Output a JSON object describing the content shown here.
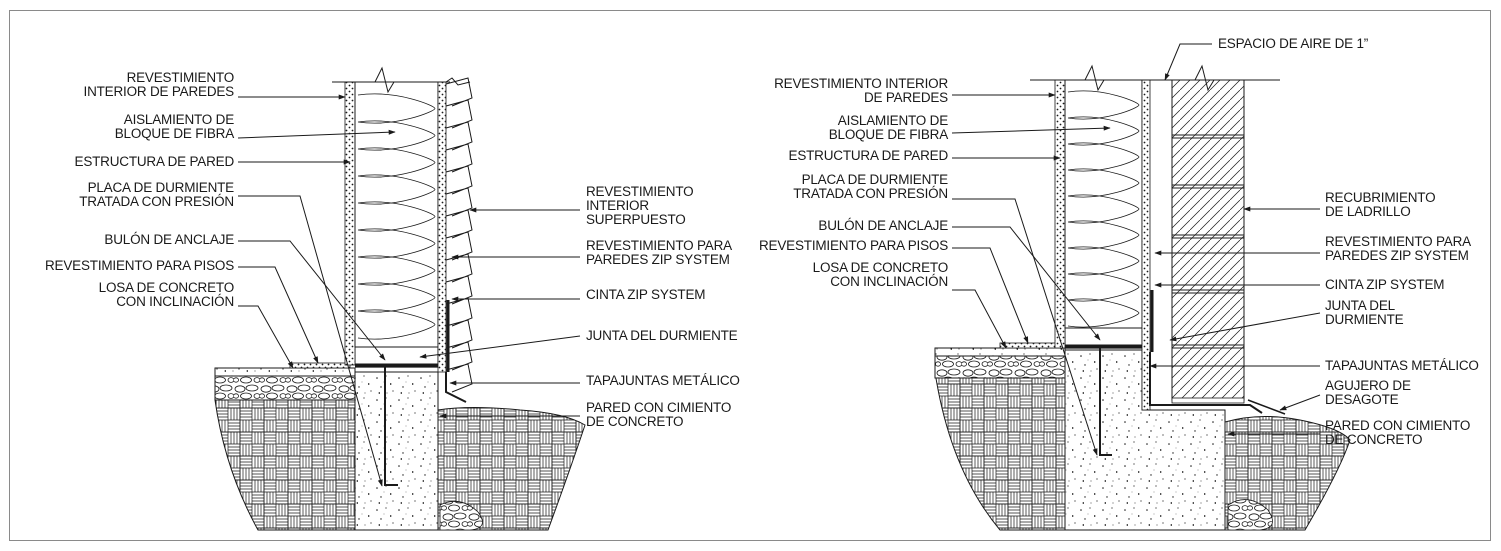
{
  "colors": {
    "ink": "#1a1a1a",
    "paper": "#ffffff",
    "border": "#8a8a8a"
  },
  "left_detail": {
    "labels_left": [
      [
        "REVESTIMIENTO",
        "INTERIOR DE PAREDES"
      ],
      [
        "AISLAMIENTO DE",
        "BLOQUE DE FIBRA"
      ],
      [
        "ESTRUCTURA DE PARED"
      ],
      [
        "PLACA DE DURMIENTE",
        "TRATADA CON PRESIÓN"
      ],
      [
        "BULÓN DE ANCLAJE"
      ],
      [
        "REVESTIMIENTO PARA PISOS"
      ],
      [
        "LOSA DE CONCRETO",
        "CON INCLINACIÓN"
      ]
    ],
    "labels_right": [
      [
        "REVESTIMIENTO",
        "INTERIOR",
        "SUPERPUESTO"
      ],
      [
        "REVESTIMIENTO PARA",
        "PAREDES ZIP SYSTEM"
      ],
      [
        "CINTA ZIP SYSTEM"
      ],
      [
        "JUNTA DEL DURMIENTE"
      ],
      [
        "TAPAJUNTAS METÁLICO"
      ],
      [
        "PARED CON CIMIENTO",
        "DE CONCRETO"
      ]
    ]
  },
  "right_detail": {
    "labels_left": [
      [
        "REVESTIMIENTO INTERIOR",
        "DE PAREDES"
      ],
      [
        "AISLAMIENTO DE",
        "BLOQUE DE FIBRA"
      ],
      [
        "ESTRUCTURA DE PARED"
      ],
      [
        "PLACA DE DURMIENTE",
        "TRATADA CON PRESIÓN"
      ],
      [
        "BULÓN DE ANCLAJE"
      ],
      [
        "REVESTIMIENTO PARA PISOS"
      ],
      [
        "LOSA DE CONCRETO",
        "CON INCLINACIÓN"
      ]
    ],
    "labels_top": [
      [
        "ESPACIO DE AIRE DE 1”"
      ]
    ],
    "labels_right": [
      [
        "RECUBRIMIENTO",
        "DE LADRILLO"
      ],
      [
        "REVESTIMIENTO PARA",
        "PAREDES ZIP SYSTEM"
      ],
      [
        "CINTA ZIP SYSTEM"
      ],
      [
        "JUNTA DEL",
        "DURMIENTE"
      ],
      [
        "TAPAJUNTAS METÁLICO"
      ],
      [
        "AGUJERO DE",
        "DESAGOTE"
      ],
      [
        "PARED CON CIMIENTO",
        "DE CONCRETO"
      ]
    ]
  }
}
